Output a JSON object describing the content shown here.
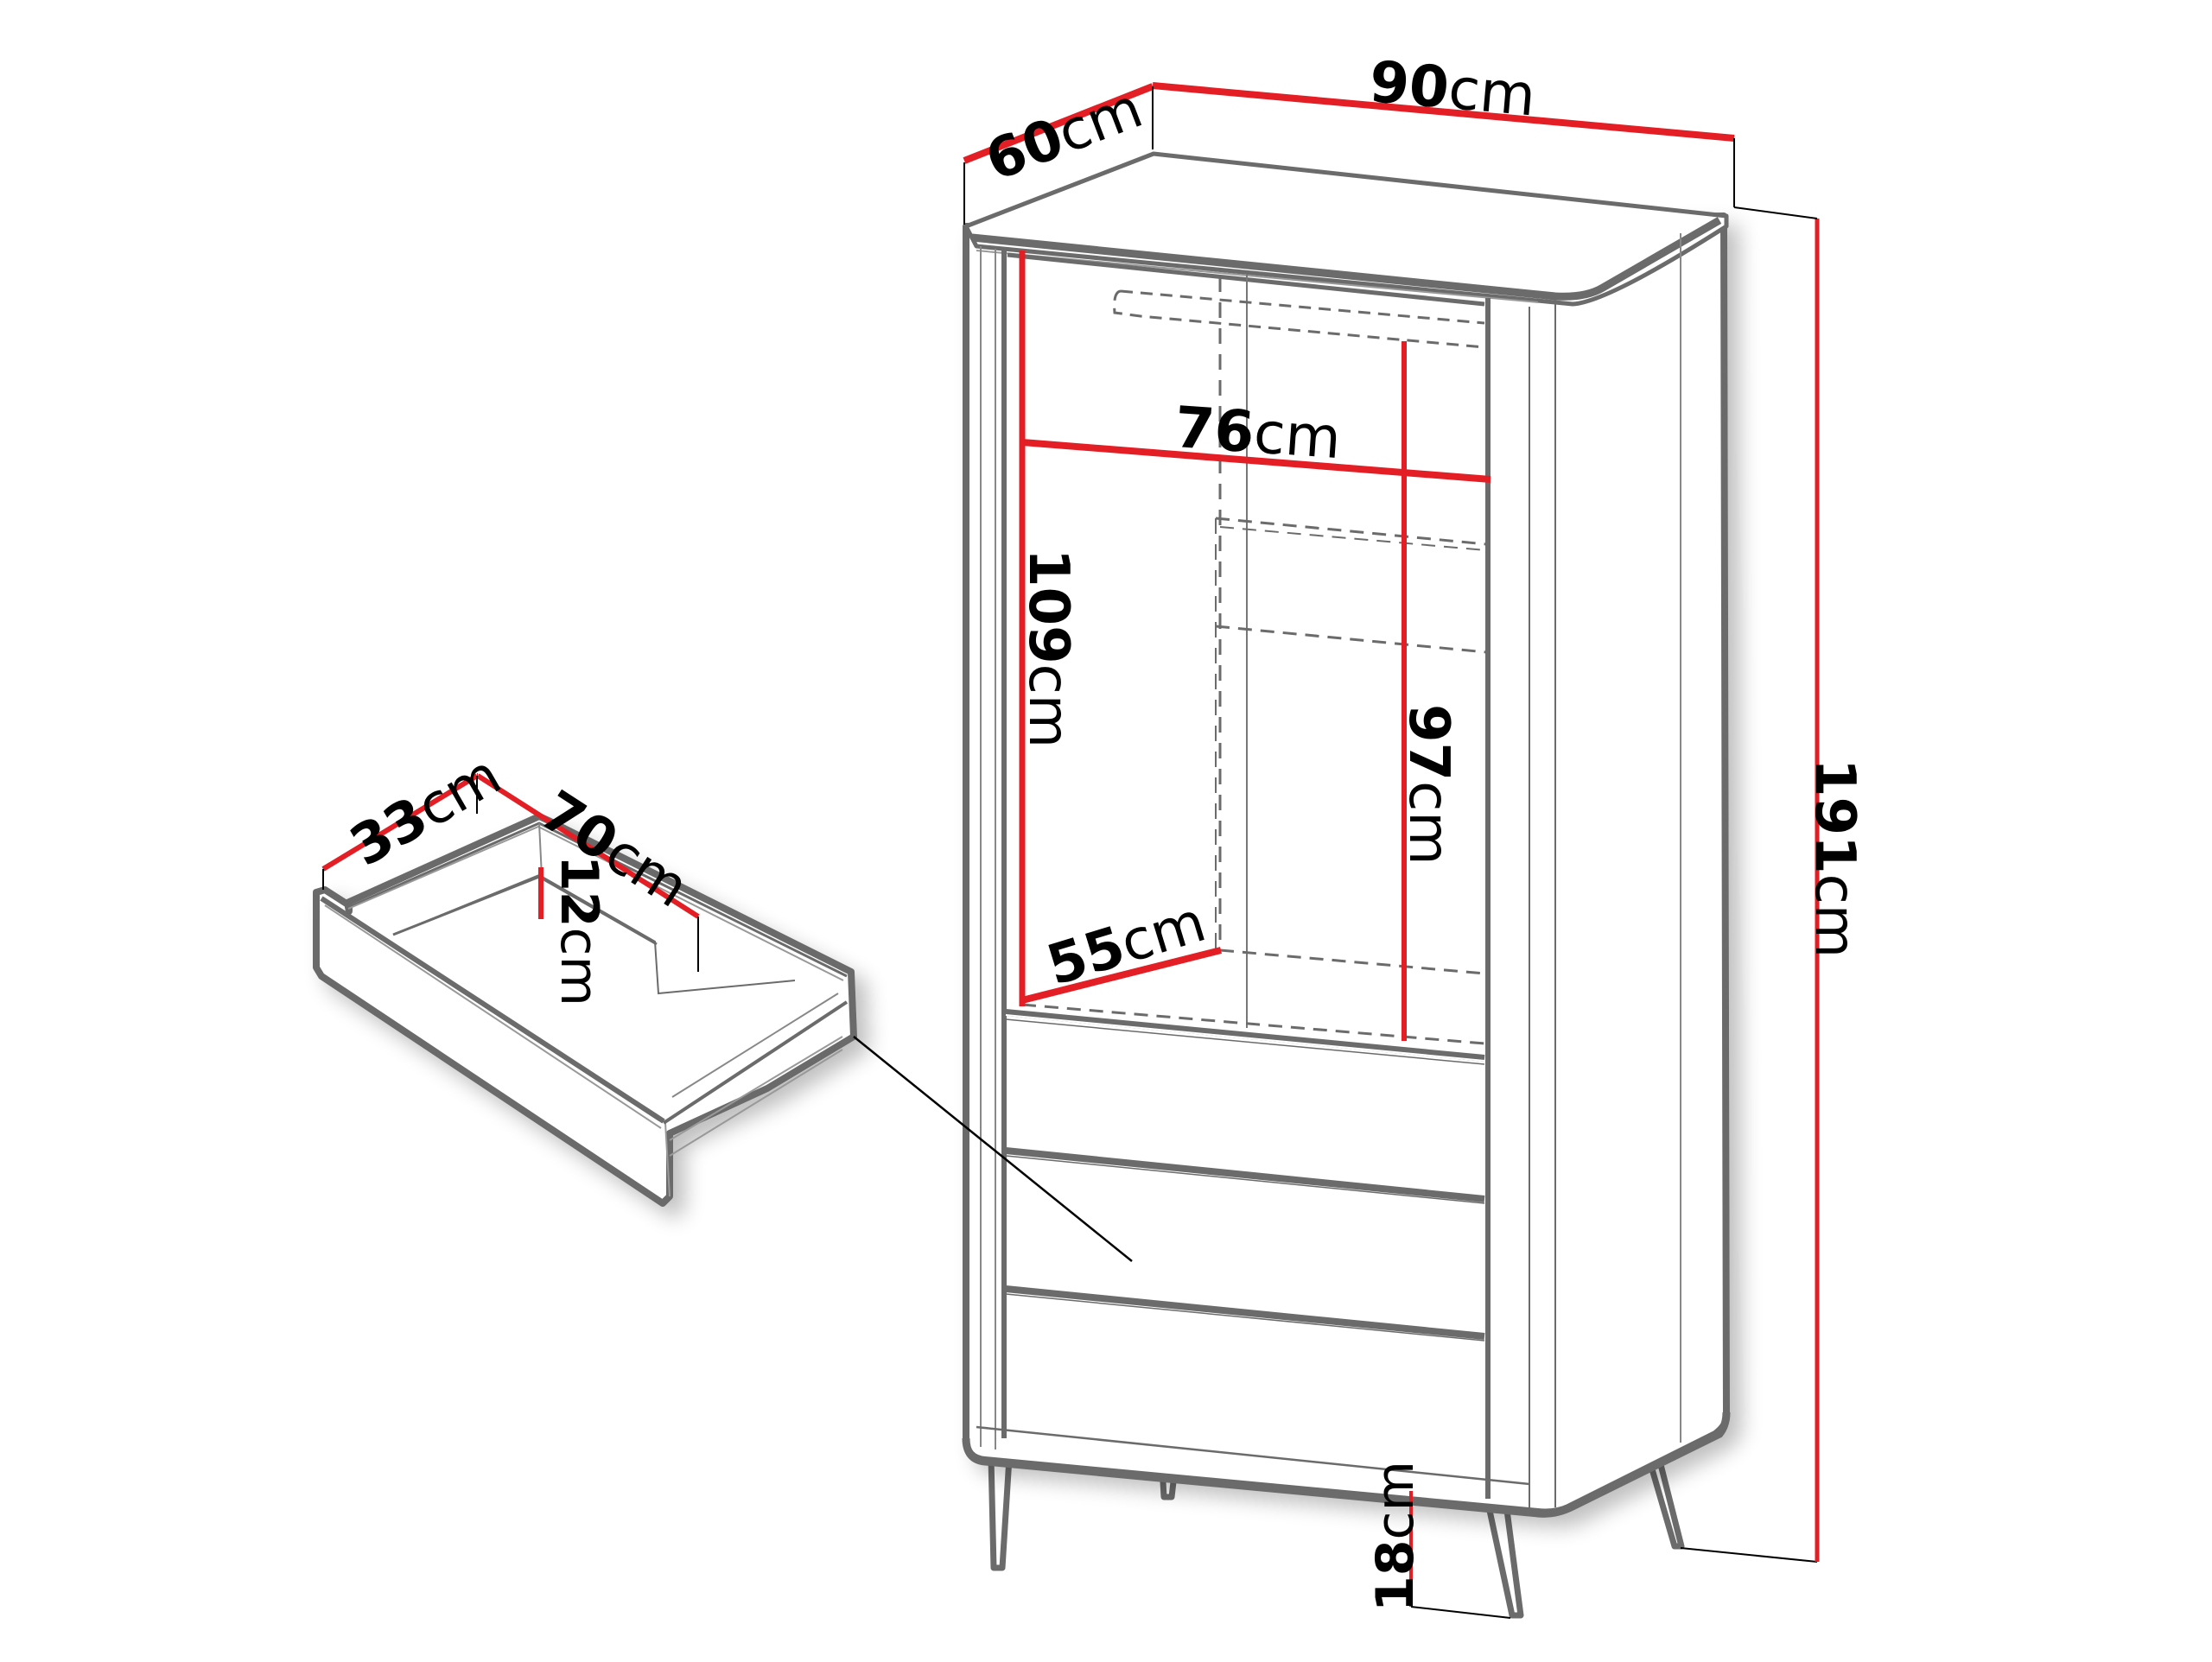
{
  "diagram": {
    "subject": "Wardrobe with 3 drawers and hanging rail",
    "colors": {
      "dimension_line": "#e31e24",
      "outline": "#6b6b6b",
      "thin_line": "#808080",
      "text": "#000000",
      "background": "#ffffff"
    },
    "dimensions": {
      "depth": {
        "value": "60",
        "unit": "cm"
      },
      "width": {
        "value": "90",
        "unit": "cm"
      },
      "height": {
        "value": "191",
        "unit": "cm"
      },
      "inner_width": {
        "value": "76",
        "unit": "cm"
      },
      "inner_height": {
        "value": "109",
        "unit": "cm"
      },
      "rail_height": {
        "value": "97",
        "unit": "cm"
      },
      "inner_depth": {
        "value": "55",
        "unit": "cm"
      },
      "leg_height": {
        "value": "18",
        "unit": "cm"
      },
      "drawer_width": {
        "value": "33",
        "unit": "cm"
      },
      "drawer_depth": {
        "value": "70",
        "unit": "cm"
      },
      "drawer_height": {
        "value": "12",
        "unit": "cm"
      }
    },
    "components": {
      "drawers_count": 3,
      "legs_count": 4,
      "hanging_rail": true,
      "shelf": true
    }
  }
}
